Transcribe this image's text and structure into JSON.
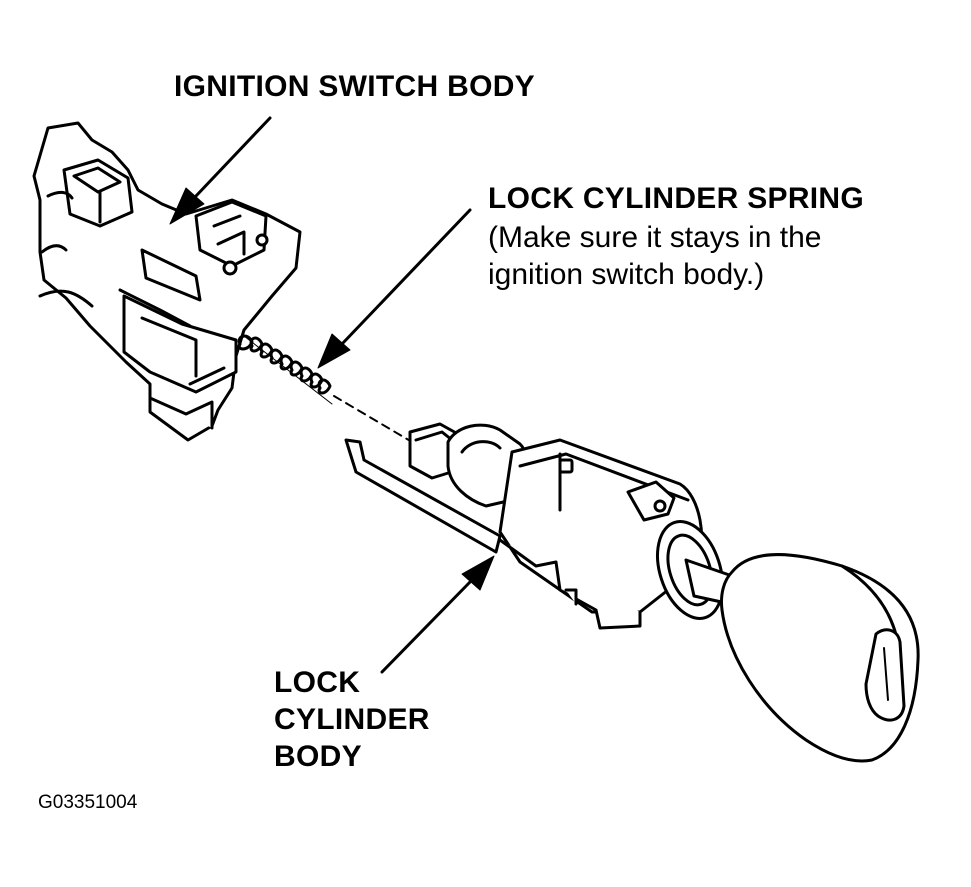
{
  "labels": {
    "ignition_switch_body": "IGNITION SWITCH BODY",
    "lock_cylinder_spring": "LOCK CYLINDER SPRING",
    "spring_note_line1": "(Make sure it stays in the",
    "spring_note_line2": "ignition switch body.)",
    "lock_cylinder_body_line1": "LOCK",
    "lock_cylinder_body_line2": "CYLINDER",
    "lock_cylinder_body_line3": "BODY"
  },
  "figure_code": "G03351004"
}
